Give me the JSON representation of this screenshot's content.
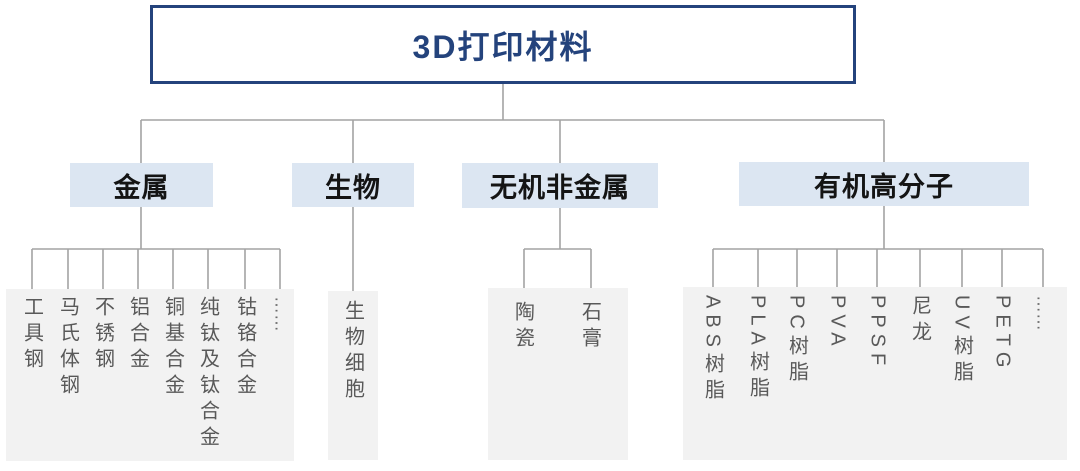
{
  "title": "3D打印材料",
  "colors": {
    "root_border": "#24437C",
    "root_text": "#24437C",
    "category_bg": "#DCE6F2",
    "category_text": "#141414",
    "leaf_band_bg": "#F2F2F2",
    "leaf_text": "#595959",
    "connector_line": "#A3A3A3"
  },
  "categories": [
    {
      "label": "金属",
      "leaves": [
        "工具钢",
        "马氏体钢",
        "不锈钢",
        "铝合金",
        "铜基合金",
        "纯钛及钛合金",
        "钴铬合金",
        "……"
      ]
    },
    {
      "label": "生物",
      "leaves": [
        "生物细胞"
      ]
    },
    {
      "label": "无机非金属",
      "leaves": [
        "陶瓷",
        "石膏"
      ]
    },
    {
      "label": "有机高分子",
      "leaves": [
        "ABS树脂",
        "PLA树脂",
        "PC树脂",
        "PVA",
        "PPSF",
        "尼龙",
        "UV树脂",
        "PETG",
        "……"
      ]
    }
  ]
}
